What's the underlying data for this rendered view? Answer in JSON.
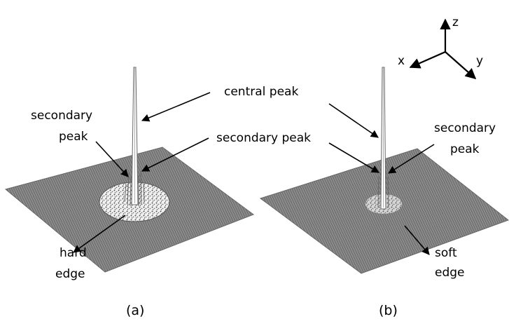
{
  "axes": {
    "x": "x",
    "y": "y",
    "z": "z"
  },
  "annotations": {
    "central_peak": "central peak",
    "secondary_peak_center": "secondary peak",
    "left_secondary_line1": "secondary",
    "left_secondary_line2": "peak",
    "right_secondary_line1": "secondary",
    "right_secondary_line2": "peak",
    "hard_edge_line1": "hard",
    "hard_edge_line2": "edge",
    "soft_edge_line1": "soft",
    "soft_edge_line2": "edge"
  },
  "panels": {
    "a": "(a)",
    "b": "(b)"
  },
  "colors": {
    "surface": "#7a7a7a",
    "mesh_line": "#555555",
    "ink": "#000000"
  }
}
